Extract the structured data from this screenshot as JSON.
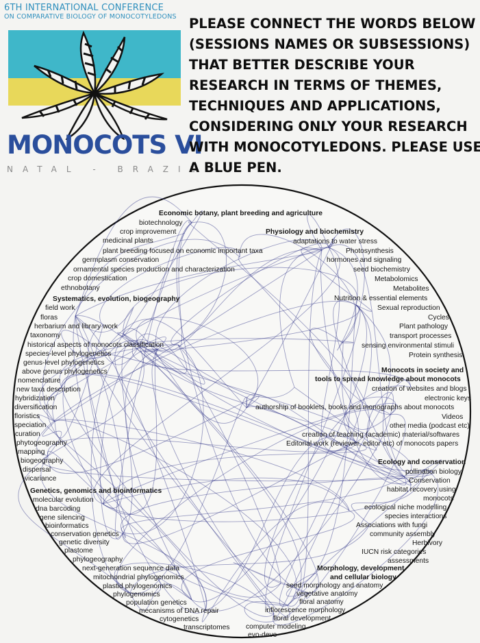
{
  "logo": {
    "conference_line1": "6TH INTERNATIONAL CONFERENCE",
    "conference_line2": "ON COMPARATIVE BIOLOGY OF MONOCOTYLEDONS",
    "title": "MONOCOTS VI",
    "place": "NATAL - BRAZIL"
  },
  "instructions": [
    "PLEASE CONNECT THE WORDS BELOW",
    "(SESSIONS NAMES OR SUBSESSIONS)",
    "THAT BETTER DESCRIBE YOUR",
    "RESEARCH IN TERMS OF THEMES,",
    "TECHNIQUES AND APPLICATIONS,",
    "CONSIDERING ONLY YOUR RESEARCH",
    "WITH MONOCOTYLEDONS. PLEASE USE",
    "A BLUE PEN."
  ],
  "colors": {
    "logo_blue": "#2a4e9c",
    "logo_light_blue": "#2e8fbd",
    "logo_teal": "#3fb7c9",
    "logo_yellow": "#e8d85a",
    "pen_ink": "#2b2f86"
  },
  "sessions": {
    "economic": {
      "header": "Economic botany, plant breeding and agriculture",
      "items": [
        "biotechnology",
        "crop improvement",
        "medicinal plants",
        "plant breeding focused on economic important taxa",
        "germplasm conservation",
        "ornamental species production and characterization",
        "crop domestication",
        "ethnobotany"
      ]
    },
    "physiology": {
      "header": "Physiology and biochemistry",
      "items": [
        "adaptations to water stress",
        "Photosynthesis",
        "hormones and signaling",
        "seed biochemistry",
        "Metabolomics",
        "Metabolites",
        "Nutrition & essential elements",
        "Sexual reproduction",
        "Cycles",
        "Plant pathology",
        "transport processes",
        "sensing environmental stimuli",
        "Protein synthesis"
      ]
    },
    "systematics": {
      "header": "Systematics, evolution, biogeography",
      "items": [
        "field work",
        "floras",
        "herbarium and library work",
        "taxonomy",
        "historical aspects of monocots classification",
        "species-level phylogenetics",
        "genus-level phylogenetics",
        "above genus phylogenetics",
        "nomenclature",
        "new taxa description",
        "hybridization",
        "diversification",
        "floristics",
        "speciation",
        "curation",
        "phytogeography",
        "mapping",
        "biogeography",
        "dispersal",
        "vicariance"
      ]
    },
    "society": {
      "header_line1": "Monocots in society and",
      "header_line2": "tools to spread knowledge about monocots",
      "items": [
        "creation of websites and blogs",
        "electronic keys",
        "authorship of booklets, books and monographs about  monocots",
        "Videos",
        "other media (podcast etc)",
        "creation of teaching (academic) material/softwares",
        "Editorial work (reviewer, editor etc) of monocots papers"
      ]
    },
    "ecology": {
      "header": "Ecology and conservation",
      "items": [
        "pollination biology",
        "Conservation",
        "habitat recovery using",
        "monocots",
        "ecological niche modelling",
        "species interactions",
        "Associations with fungi",
        "community assembly",
        "Herbivory",
        "IUCN risk categories",
        "assessments"
      ]
    },
    "genetics": {
      "header": "Genetics, genomics and bioinformatics",
      "items": [
        "molecular evolution",
        "dna barcoding",
        "gene silencing",
        "bioinformatics",
        "conservation genetics",
        "genetic diversity",
        "plastome",
        "phylogeography",
        "next-generation sequence data",
        "mitochondrial phylogenomics",
        "plastid phylogenomics",
        "phylogenomics",
        "population genetics",
        "mecanisms of DNA repair",
        "cytogenetics",
        "transcriptomes"
      ]
    },
    "morphology": {
      "header_line1": "Morphology, development",
      "header_line2": "and cellular biology",
      "items": [
        "seed morphology and anatomy",
        "vegetative anatomy",
        "floral anatomy",
        "inflorescence morphology",
        "floral development",
        "computer modeling",
        "evo-devo"
      ]
    }
  }
}
